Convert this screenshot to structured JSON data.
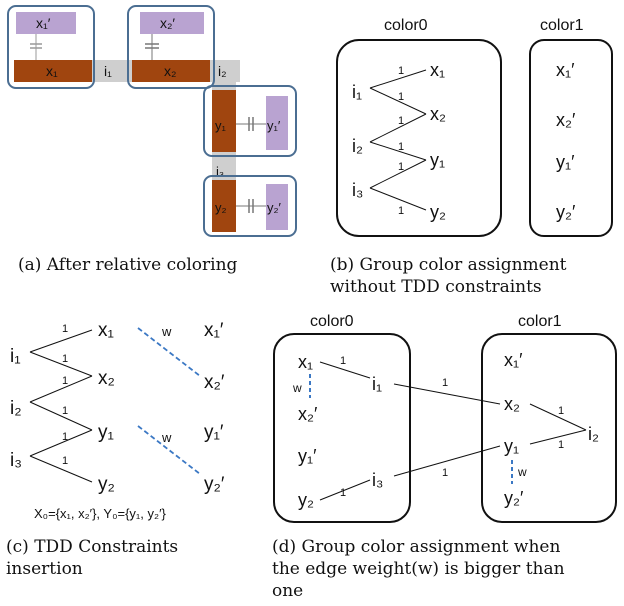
{
  "captions": {
    "a": "(a) After relative coloring",
    "b_line1": "(b)  Group  color  assignment",
    "b_line2": "without TDD constraints",
    "c_line1": "(c)   TDD    Constraints",
    "c_line2": "insertion",
    "d_line1": "(d) Group color assignment when",
    "d_line2": "the edge weight(w) is bigger than",
    "d_line3": "one"
  },
  "panel_a": {
    "x1p": "x₁′",
    "x2p": "x₂′",
    "x1": "x₁",
    "x2": "x₂",
    "i1": "i₁",
    "i2": "i₂",
    "i3": "i₃",
    "y1": "y₁",
    "y1p": "y₁′",
    "y2": "y₂",
    "y2p": "y₂′"
  },
  "panel_b": {
    "color0": "color0",
    "color1": "color1",
    "i1": "i₁",
    "i2": "i₂",
    "i3": "i₃",
    "x1": "x₁",
    "x2": "x₂",
    "y1": "y₁",
    "y2": "y₂",
    "x1p": "x₁′",
    "x2p": "x₂′",
    "y1p": "y₁′",
    "y2p": "y₂′",
    "weight": "1"
  },
  "panel_c": {
    "i1": "i₁",
    "i2": "i₂",
    "i3": "i₃",
    "x1": "x₁",
    "x2": "x₂",
    "y1": "y₁",
    "y2": "y₂",
    "x1p": "x₁′",
    "x2p": "x₂′",
    "y1p": "y₁′",
    "y2p": "y₂′",
    "weight": "1",
    "w": "w",
    "sets": "X₀={x₁, x₂′}, Y₀={y₁, y₂′}"
  },
  "panel_d": {
    "color0": "color0",
    "color1": "color1",
    "x1": "x₁",
    "x2p": "x₂′",
    "y1p": "y₁′",
    "y2": "y₂",
    "i1": "i₁",
    "i3": "i₃",
    "x1p": "x₁′",
    "x2": "x₂",
    "y1": "y₁",
    "y2p": "y₂′",
    "i2": "i₂",
    "weight": "1",
    "w": "w"
  },
  "colors": {
    "dark": "#a0450f",
    "light": "#b9a3d1",
    "frame": "#4b6e92",
    "wire": "#c8c8c8",
    "dash": "#3b78c4"
  }
}
